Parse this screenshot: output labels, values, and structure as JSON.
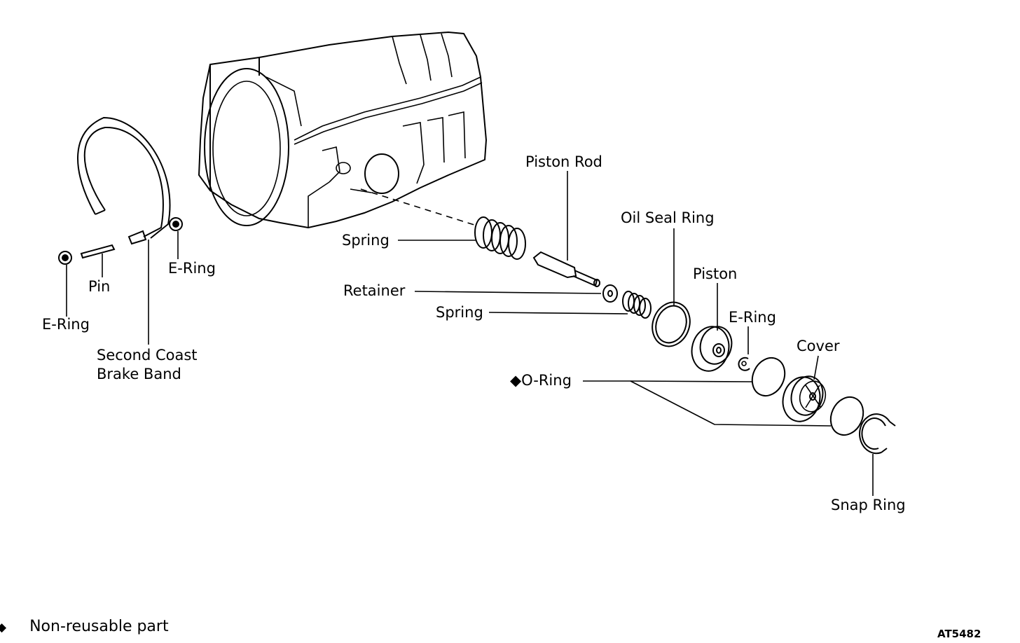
{
  "labels": {
    "piston_rod": "Piston Rod",
    "oil_seal_ring": "Oil Seal Ring",
    "spring_outer": "Spring",
    "retainer": "Retainer",
    "spring_inner": "Spring",
    "piston": "Piston",
    "e_ring_piston": "E-Ring",
    "cover": "Cover",
    "o_ring": "◆O-Ring",
    "snap_ring": "Snap Ring",
    "pin": "Pin",
    "e_ring_right": "E-Ring",
    "e_ring_left": "E-Ring",
    "brake_band_line1": "Second Coast",
    "brake_band_line2": "Brake Band"
  },
  "legend": {
    "symbol": "◆",
    "text": "Non-reusable part"
  },
  "figure_code": "AT5482"
}
